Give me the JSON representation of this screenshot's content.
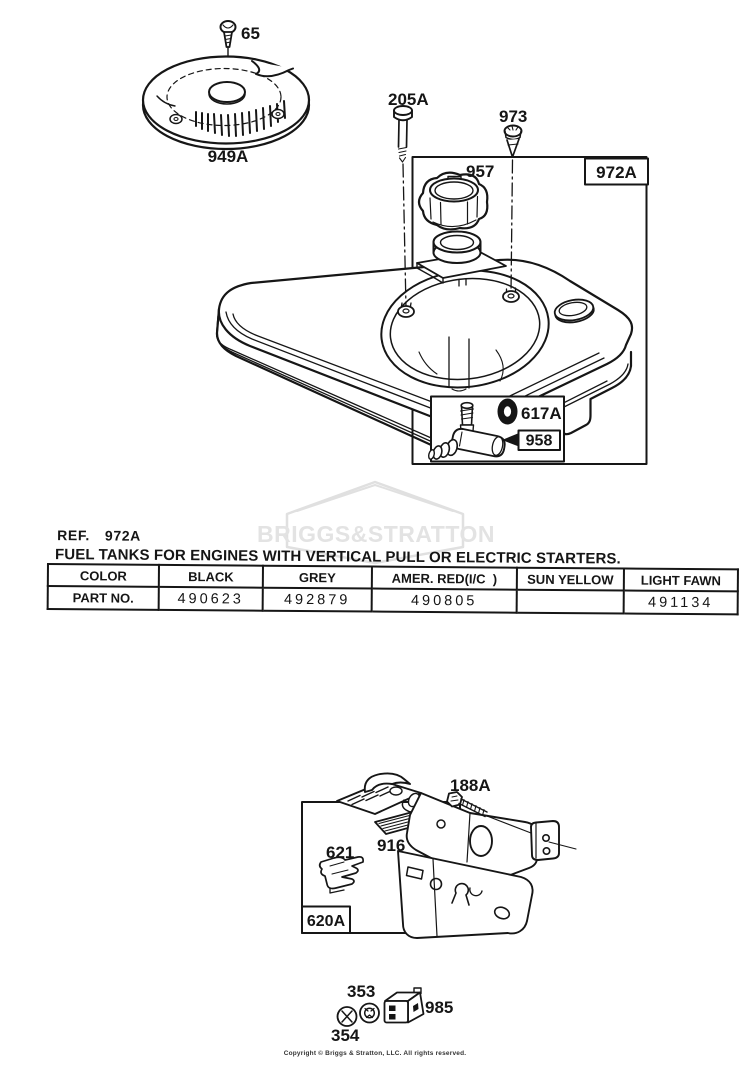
{
  "page": {
    "bg": "#ffffff",
    "ink": "#151515",
    "watermark_color": "#e3e3e3"
  },
  "watermark": {
    "brand": "BRIGGS&STRATTON"
  },
  "labels": {
    "screw": "65",
    "cover": "949A",
    "bolt": "205A",
    "cap_screw": "973",
    "fuel_cap": "957",
    "tank_assembly": "972A",
    "grommet": "617A",
    "fuel_valve": "958",
    "bracket_screw": "188A",
    "bracket": "916",
    "clip": "621",
    "bracket_assembly": "620A",
    "washer": "353",
    "locknut": "354",
    "switch": "985"
  },
  "section": {
    "ref_label": "REF.",
    "ref_value": "972A",
    "title": "FUEL TANKS FOR ENGINES WITH VERTICAL PULL OR ELECTRIC STARTERS."
  },
  "table": {
    "header_label": "COLOR",
    "row_label": "PART NO.",
    "columns": [
      {
        "color": "BLACK",
        "part": "490623"
      },
      {
        "color": "GREY",
        "part": "492879"
      },
      {
        "color": "AMER. RED(I/C  )",
        "part": "490805"
      },
      {
        "color": "SUN YELLOW",
        "part": ""
      },
      {
        "color": "LIGHT FAWN",
        "part": "491134"
      }
    ]
  },
  "footer": {
    "copyright": "Copyright © Briggs & Stratton, LLC. All rights reserved."
  }
}
